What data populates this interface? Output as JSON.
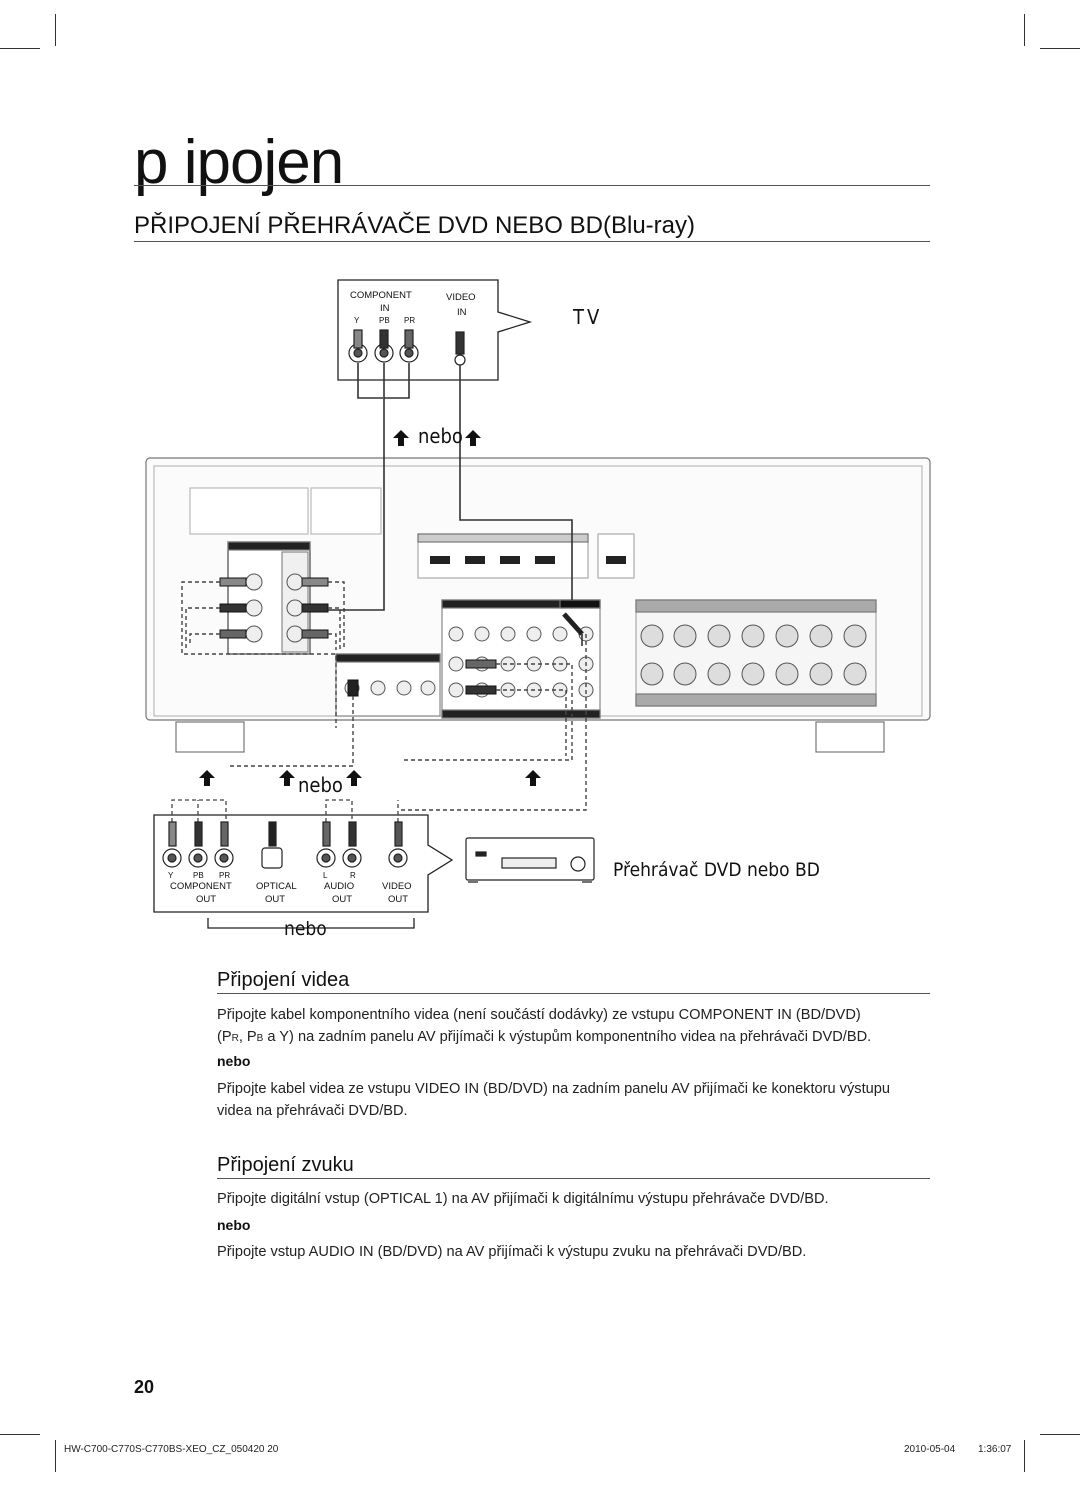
{
  "page": {
    "title": "p ipojen",
    "section_heading": "PŘIPOJENÍ PŘEHRÁVAČE DVD NEBO BD(Blu-ray)",
    "page_number": "20",
    "footer_left": "HW-C700-C770S-C770BS-XEO_CZ_050420   20",
    "footer_date": "2010-05-04",
    "footer_time": "1:36:07"
  },
  "diagram": {
    "tv_label": "TV",
    "tv_component_label": "COMPONENT",
    "tv_component_in": "IN",
    "tv_video_label": "VIDEO",
    "tv_video_in": "IN",
    "tv_y": "Y",
    "tv_pb": "PB",
    "tv_pr": "PR",
    "nebo_top": "nebo",
    "nebo_mid": "nebo",
    "nebo_bottom": "nebo",
    "player_label": "Přehrávač DVD nebo BD",
    "player_y": "Y",
    "player_pb": "PB",
    "player_pr": "PR",
    "player_l": "L",
    "player_r": "R",
    "player_component": "COMPONENT",
    "player_optical": "OPTICAL",
    "player_audio": "AUDIO",
    "player_video": "VIDEO",
    "player_out": "OUT"
  },
  "video_section": {
    "heading": "Připojení videa",
    "para1_line1": "Připojte kabel komponentního videa (není součástí dodávky) ze vstupu COMPONENT IN (BD/DVD)",
    "para1_line2_pre": "(P",
    "para1_line2_r": "R",
    "para1_line2_mid": ", P",
    "para1_line2_b": "B",
    "para1_line2_post": " a Y) na zadním panelu AV přijímači k výstupům komponentního videa na přehrávači DVD/BD.",
    "nebo": "nebo",
    "para2_line1": "Připojte kabel videa ze vstupu VIDEO IN (BD/DVD) na zadním panelu AV přijímači ke konektoru výstupu",
    "para2_line2": "videa na přehrávači DVD/BD."
  },
  "audio_section": {
    "heading": "Připojení zvuku",
    "para1": "Připojte digitální vstup (OPTICAL 1) na AV přijímači k digitálnímu výstupu přehrávače DVD/BD.",
    "nebo": "nebo",
    "para2": "Připojte vstup AUDIO IN (BD/DVD) na AV přijímači k výstupu zvuku na přehrávači DVD/BD."
  }
}
